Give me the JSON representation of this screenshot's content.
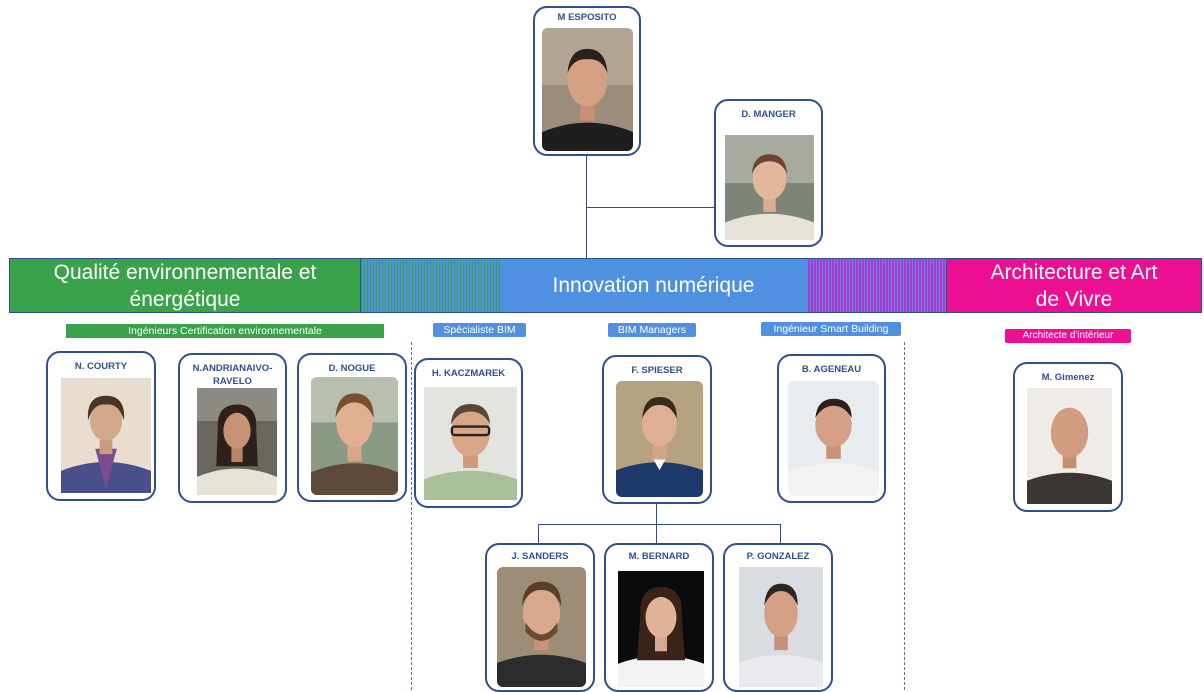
{
  "colors": {
    "green": "#3aa24a",
    "blue": "#4f91e0",
    "magenta": "#ec0f92",
    "border": "#2f4f8f"
  },
  "top": {
    "director": "M ESPOSITO",
    "assistant": "D. MANGER"
  },
  "bands": {
    "left": "Qualité environnementale et énergétique",
    "center": "Innovation numérique",
    "right": "Architecture et Art de Vivre"
  },
  "labels": {
    "green_team": "Ingénieurs Certification environnementale",
    "bim_specialist": "Spécialiste BIM",
    "bim_managers": "BIM Managers",
    "smart_building": "Ingénieur Smart Building",
    "interior": "Architecte d'intérieur"
  },
  "people": {
    "courty": "N. COURTY",
    "andrianaivo_1": "N.ANDRIANAIVO-",
    "andrianaivo_2": "RAVELO",
    "nogue": "D. NOGUE",
    "kaczmarek": "H. KACZMAREK",
    "spieser": "F. SPIESER",
    "ageneau": "B. AGENEAU",
    "gimenez": "M. Gimenez",
    "sanders": "J. SANDERS",
    "bernard": "M. BERNARD",
    "gonzalez": "P. GONZALEZ"
  }
}
